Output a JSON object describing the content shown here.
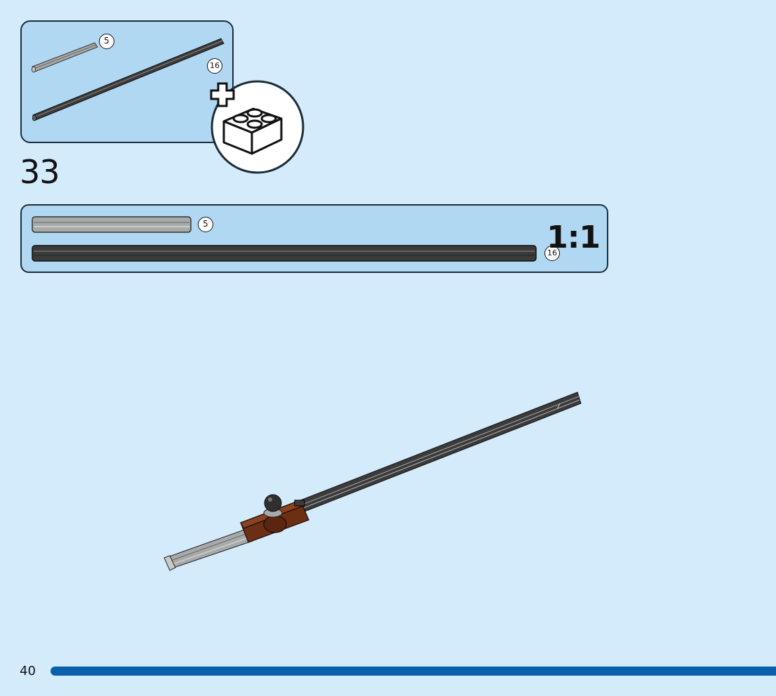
{
  "step": {
    "number": "33"
  },
  "parts_list": {
    "items": [
      {
        "name": "light-gray-axle",
        "color": "#a8aaa9",
        "quantity": "5"
      },
      {
        "name": "black-axle",
        "color": "#3b3b3b",
        "quantity": "16"
      }
    ],
    "extra_callout_icon": "add-brick-icon"
  },
  "scale_check": {
    "label": "1:1",
    "items": [
      {
        "name": "light-gray-axle",
        "color": "#a8aaa9",
        "length": "5"
      },
      {
        "name": "black-axle",
        "color": "#3b3b3b",
        "length": "16"
      }
    ]
  },
  "model": {
    "accent_color": "#6b2f14"
  },
  "page": {
    "number": "40",
    "bar_color": "#0a5fad"
  }
}
